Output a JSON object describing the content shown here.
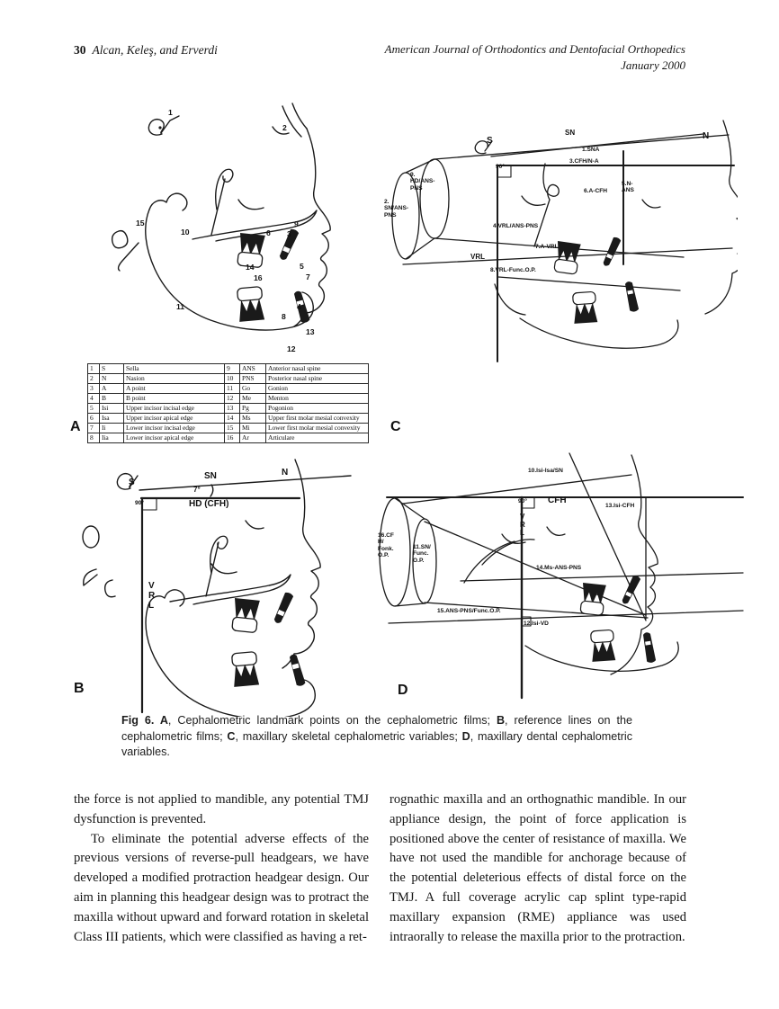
{
  "header": {
    "page_number": "30",
    "authors": "Alcan, Keleş, and Erverdi",
    "journal_title": "American Journal of Orthodontics and Dentofacial Orthopedics",
    "issue_date": "January 2000"
  },
  "figure": {
    "panel_letters": {
      "a": "A",
      "b": "B",
      "c": "C",
      "d": "D"
    },
    "panelA": {
      "points": [
        "1",
        "2",
        "3",
        "4",
        "5",
        "6",
        "7",
        "8",
        "9",
        "10",
        "11",
        "12",
        "13",
        "14",
        "15",
        "16"
      ]
    },
    "panelB": {
      "labels": {
        "s": "S",
        "n": "N",
        "sn": "SN",
        "angle7": "7°",
        "angle90": "90°",
        "hd": "HD (CFH)",
        "vrl": "V\nR\nL"
      }
    },
    "panelC": {
      "labels": {
        "s": "S",
        "n": "N",
        "sn": "SN",
        "angle90": "90°",
        "v1": "1.SNA",
        "v2": "2.\nSN/ANS-\nPNS",
        "v3": "3.CFH/N-A",
        "v4": "4.VRL/ANS-PNS",
        "v5": "5.N-\nANS",
        "v6": "6.A-CFH",
        "v7": "7.A-VRL",
        "v8": "8.VRL-Func.O.P.",
        "v9": "9.\nHD/ANS-\nPNS",
        "vrl": "VRL"
      }
    },
    "panelD": {
      "labels": {
        "v10": "10.Isi-Isa/SN",
        "v11": "11.SN/\nFunc.\nO.P.",
        "v12": "12.Isi-VD",
        "v13": "13.Isi-CFH",
        "v14": "14.Ms-ANS-PNS",
        "v15": "15.ANS-PNS/Func.O.P.",
        "v16": "16.CF\nH/\nFonk.\nO.P.",
        "cfh": "CFH",
        "angle90": "90°",
        "vrl": "V\nR\nL"
      }
    },
    "landmark_table": {
      "rows": [
        [
          "1",
          "S",
          "Sella",
          "9",
          "ANS",
          "Anterior nasal spine"
        ],
        [
          "2",
          "N",
          "Nasion",
          "10",
          "PNS",
          "Posterior nasal spine"
        ],
        [
          "3",
          "A",
          "A point",
          "11",
          "Go",
          "Gonion"
        ],
        [
          "4",
          "B",
          "B point",
          "12",
          "Me",
          "Menton"
        ],
        [
          "5",
          "Isi",
          "Upper incisor incisal edge",
          "13",
          "Pg",
          "Pogonion"
        ],
        [
          "6",
          "Isa",
          "Upper incisor apical edge",
          "14",
          "Ms",
          "Upper first molar mesial convexity"
        ],
        [
          "7",
          "Ii",
          "Lower incisor incisal edge",
          "15",
          "Mi",
          "Lower first molar mesial convexity"
        ],
        [
          "8",
          "Iia",
          "Lower incisor apical edge",
          "16",
          "Ar",
          "Articulare"
        ]
      ]
    },
    "caption": {
      "b1": "Fig 6. A",
      "t1": ", Cephalometric landmark points on the cephalometric films; ",
      "b2": "B",
      "t2": ", reference lines on the cephalometric films; ",
      "b3": "C",
      "t3": ", maxillary skeletal cephalometric variables; ",
      "b4": "D",
      "t4": ", maxillary dental cephalometric variables."
    }
  },
  "body_text": {
    "left_column": {
      "para1": "the force is not applied to mandible, any potential TMJ dysfunction is prevented.",
      "para2": "To eliminate the potential adverse effects of the previous versions of reverse-pull headgears, we have developed a modified protraction headgear design. Our aim in planning this headgear design was to protract the maxilla without upward and forward rotation in skeletal Class III patients, which were classified as having a ret-"
    },
    "right_column": {
      "para1": "rognathic maxilla and an orthognathic mandible. In our appliance design, the point of force application is positioned above the center of resistance of maxilla. We have not used the mandible for anchorage because of the potential deleterious effects of distal force on the TMJ. A full coverage acrylic cap splint type-rapid maxillary expansion (RME) appliance was used intraorally to release the maxilla prior to the protraction."
    }
  }
}
